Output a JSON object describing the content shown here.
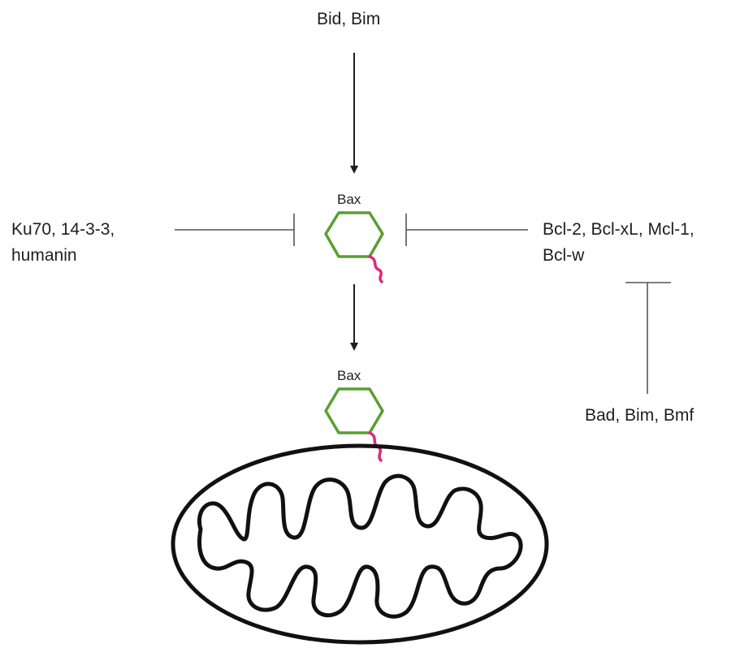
{
  "labels": {
    "activators": "Bid, Bim",
    "bax_top": "Bax",
    "bax_bottom": "Bax",
    "left_inhibitors_line1": "Ku70, 14-3-3,",
    "left_inhibitors_line2": "humanin",
    "right_inhibitors_line1": "Bcl-2, Bcl-xL, Mcl-1,",
    "right_inhibitors_line2": "Bcl-w",
    "sensitizers": "Bad, Bim, Bmf"
  },
  "colors": {
    "hexagon_stroke": "#5a9e32",
    "tail_stroke": "#e0287a",
    "arrow_stroke": "#1e1e1e",
    "inhibition_stroke": "#555555",
    "mitochondrion_stroke": "#111111"
  },
  "icons": {
    "bax_protein": "green-hexagon-with-magenta-tail",
    "mitochondrion": "oval-with-folded-cristae"
  }
}
